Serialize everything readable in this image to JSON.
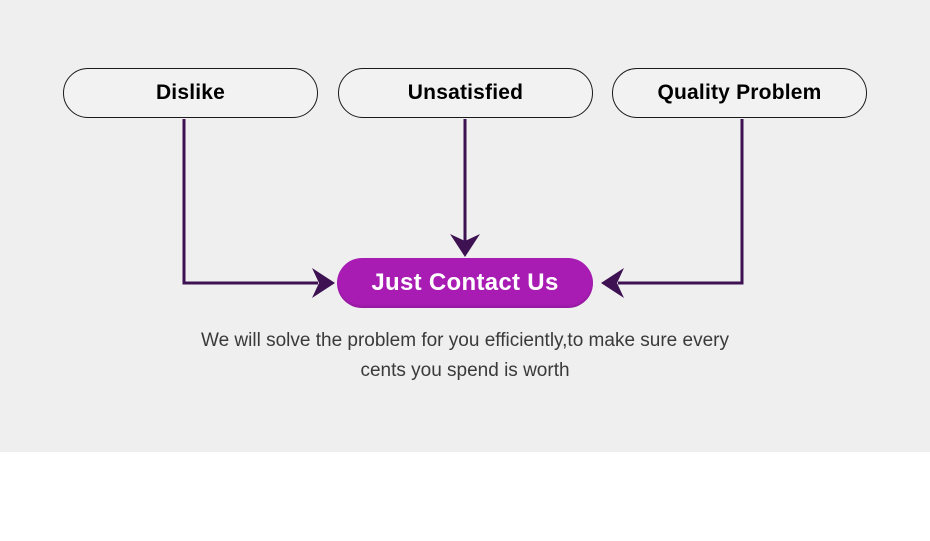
{
  "colors": {
    "page_bg": "#efefef",
    "footer_bg": "#ffffff",
    "arrow": "#3d1152",
    "button_bg": "#a81cb4",
    "button_text": "#ffffff",
    "pill_bg": "#f2f2f2",
    "pill_border": "#1a1a1a",
    "pill_text": "#000000",
    "caption_text": "#3a3a3a"
  },
  "diagram": {
    "sources": [
      {
        "label": "Dislike"
      },
      {
        "label": "Unsatisfied"
      },
      {
        "label": "Quality Problem"
      }
    ],
    "target": {
      "label": "Just Contact Us"
    },
    "caption_line1": "We will solve the problem for you efficiently,to make sure every",
    "caption_line2": "cents you spend is worth"
  }
}
